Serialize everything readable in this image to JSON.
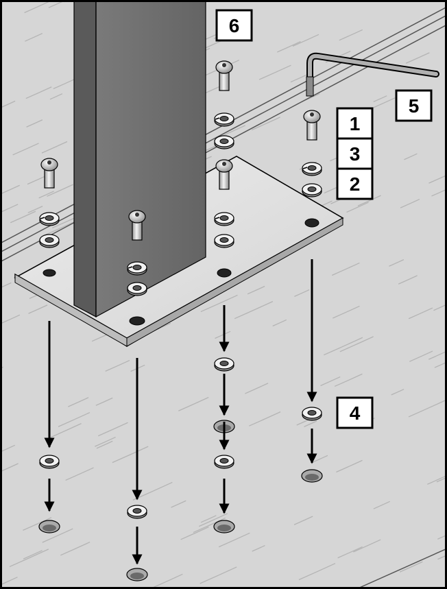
{
  "callouts": {
    "c1": "1",
    "c2": "2",
    "c3": "3",
    "c4": "4",
    "c5": "5",
    "c6": "6"
  },
  "parts": [
    "button-head-bolt",
    "flat-washer",
    "lock-washer",
    "floor-anchor-hole",
    "hex-key",
    "square-post"
  ],
  "colors": {
    "background": "#d8d8d8",
    "plate": "#e2e2e2",
    "post_front": "#6f6f6f",
    "post_side": "#555555",
    "arrow": "#000000",
    "outline": "#000000"
  }
}
